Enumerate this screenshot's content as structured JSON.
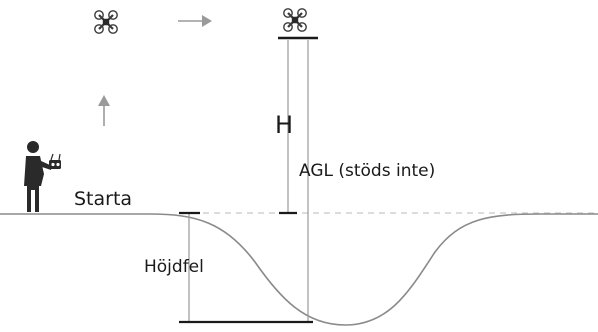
{
  "labels": {
    "start": "Starta",
    "height": "H",
    "agl": "AGL (stöds inte)",
    "altitude_error": "Höjdfel"
  },
  "colors": {
    "terrain": "#8a8a8a",
    "dashed_reference": "#c8c8c8",
    "dimension_lines": "#9a9a9a",
    "bars": "#1a1a1a",
    "arrows": "#9a9a9a",
    "pilot": "#2a2a2a",
    "drone": "#3a3a3a",
    "text": "#1a1a1a"
  },
  "icons": {
    "drone_start": "drone-icon",
    "drone_end": "drone-icon",
    "move_right": "arrow-right-icon",
    "move_up": "arrow-up-icon",
    "pilot": "pilot-with-remote-controller-icon"
  }
}
